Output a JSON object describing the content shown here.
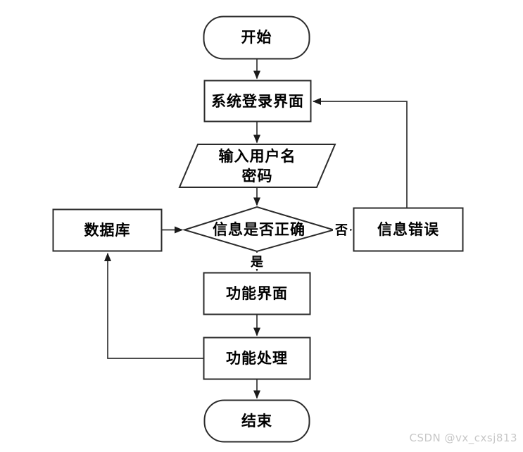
{
  "flowchart": {
    "nodes": {
      "start": {
        "shape": "stadium",
        "label": "开始"
      },
      "login_screen": {
        "shape": "rectangle",
        "label": "系统登录界面"
      },
      "input_credentials": {
        "shape": "parallelogram",
        "line1": "输入用户名",
        "line2": "密码"
      },
      "decision": {
        "shape": "diamond",
        "label": "信息是否正确"
      },
      "database": {
        "shape": "rectangle",
        "label": "数据库"
      },
      "info_error": {
        "shape": "rectangle",
        "label": "信息错误"
      },
      "function_screen": {
        "shape": "rectangle",
        "label": "功能界面"
      },
      "function_process": {
        "shape": "rectangle",
        "label": "功能处理"
      },
      "end": {
        "shape": "stadium",
        "label": "结束"
      }
    },
    "edges": [
      {
        "from": "start",
        "to": "login_screen"
      },
      {
        "from": "login_screen",
        "to": "input_credentials"
      },
      {
        "from": "input_credentials",
        "to": "decision"
      },
      {
        "from": "database",
        "to": "decision"
      },
      {
        "from": "decision",
        "to": "info_error",
        "label": "否"
      },
      {
        "from": "info_error",
        "to": "login_screen"
      },
      {
        "from": "decision",
        "to": "function_screen",
        "label": "是"
      },
      {
        "from": "function_screen",
        "to": "function_process"
      },
      {
        "from": "function_process",
        "to": "database"
      },
      {
        "from": "function_process",
        "to": "end"
      }
    ],
    "edge_labels": {
      "no": "否",
      "yes": "是"
    },
    "colors": {
      "background": "#ffffff",
      "shape_stroke": "#2b2b2b",
      "edge_stroke": "#333333",
      "text": "#000000",
      "watermark": "#c7c7c7"
    }
  },
  "watermark": {
    "text": "CSDN @vx_cxsj813"
  }
}
